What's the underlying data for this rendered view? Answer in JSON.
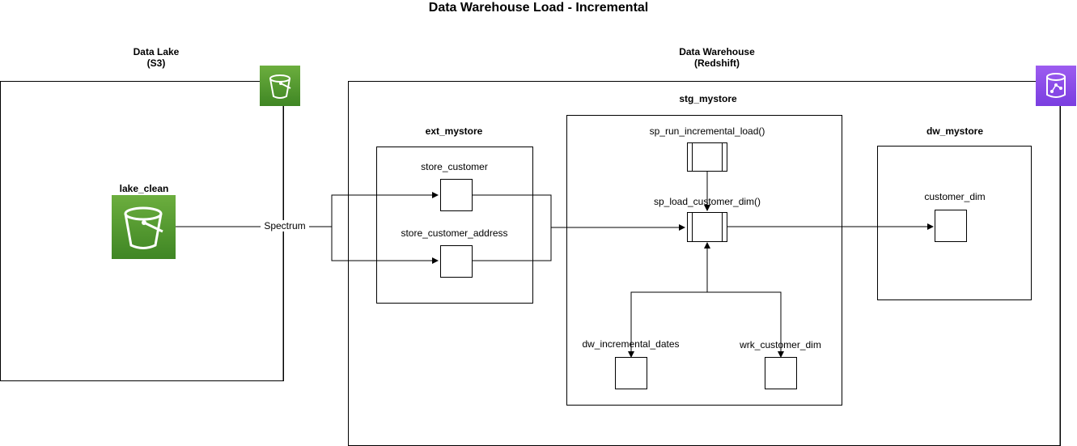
{
  "title": "Data Warehouse Load - Incremental",
  "data_lake": {
    "label_line1": "Data Lake",
    "label_line2": "(S3)",
    "bucket_label": "lake_clean"
  },
  "connector_label": "Spectrum",
  "data_warehouse": {
    "label_line1": "Data Warehouse",
    "label_line2": "(Redshift)"
  },
  "ext_mystore": {
    "label": "ext_mystore",
    "table1": "store_customer",
    "table2": "store_customer_address"
  },
  "stg_mystore": {
    "label": "stg_mystore",
    "proc_incremental": "sp_run_incremental_load()",
    "proc_customer_dim": "sp_load_customer_dim()",
    "table_dates": "dw_incremental_dates",
    "table_wrk": "wrk_customer_dim"
  },
  "dw_mystore": {
    "label": "dw_mystore",
    "table": "customer_dim"
  },
  "colors": {
    "s3": "#3f8624",
    "s3_light": "#6cae3e",
    "redshift": "#7a3ee0",
    "redshift_light": "#9d5cf0"
  },
  "icons": {
    "s3_small": "s3-bucket-icon",
    "s3_large": "s3-bucket-icon",
    "redshift": "redshift-icon"
  }
}
